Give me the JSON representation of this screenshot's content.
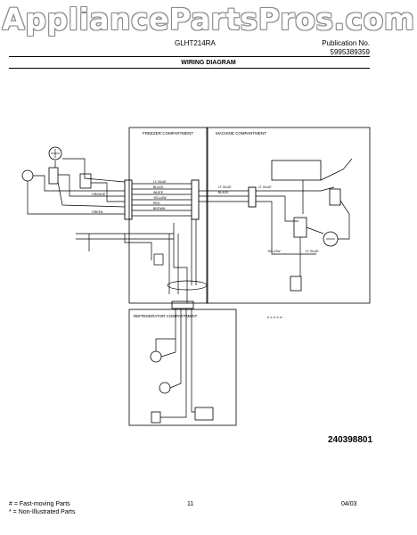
{
  "watermark": "AppliancePartsPros.com",
  "header": {
    "model": "GLHT214RA",
    "publication_label": "Publication No.",
    "publication_number": "5995389359",
    "title": "WIRING DIAGRAM"
  },
  "diagram": {
    "freezer_compartment": "FREEZER COMPARTMENT",
    "machine_compartment": "MACHINE COMPARTMENT",
    "refrigerator_compartment": "REFRIGERATOR COMPARTMENT",
    "part_number": "240398801",
    "wire_labels": {
      "blue": "LT. BLUE",
      "black": "BLACK",
      "white": "WHITE",
      "yellow": "YELLOW",
      "red": "RED",
      "green": "GREEN",
      "orange": "ORANGE",
      "brown": "BROWN"
    }
  },
  "footer": {
    "fast_moving": "# = Fast-moving Parts",
    "non_illustrated": "* = Non-Illustrated Parts",
    "page": "11",
    "date": "04/03"
  }
}
